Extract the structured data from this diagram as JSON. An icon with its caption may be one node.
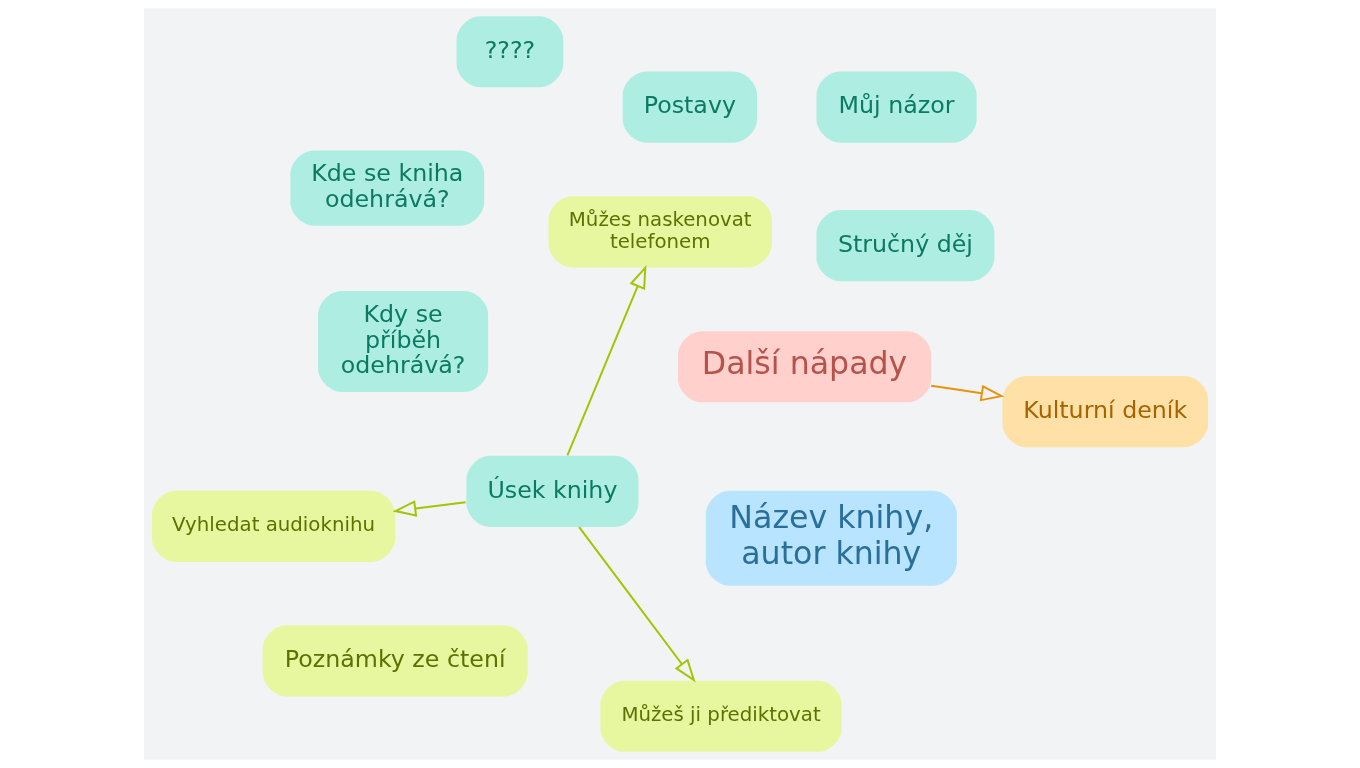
{
  "diagram": {
    "nodes": [
      {
        "text": [
          "????"
        ]
      },
      {
        "text": [
          "Kde se kniha odehrává?"
        ]
      },
      {
        "text": [
          "Poznámky ze čtení"
        ]
      },
      {
        "text": [
          "Kdy se příběh odehrává?"
        ]
      },
      {
        "text": [
          "Název knihy, autor knihy"
        ]
      },
      {
        "text": [
          "Další nápady"
        ]
      },
      {
        "text": [
          "Můj názor"
        ]
      },
      {
        "text": [
          "Kulturní deník"
        ]
      },
      {
        "text": [
          "Postavy"
        ]
      },
      {
        "text": [
          "Vyhledat audioknihu"
        ]
      },
      {
        "text": [
          "Úsek knihy"
        ]
      },
      {
        "text": [
          "Stručný děj"
        ]
      },
      {
        "text": [
          "Můžeš ji přediktovat"
        ]
      },
      {
        "text": [
          "Můžes naskenovat telefonem"
        ]
      }
    ],
    "edges": [
      {
        "from": 10,
        "to": 9,
        "arrow": "to"
      },
      {
        "from": 10,
        "to": 12,
        "arrow": "to"
      },
      {
        "from": 10,
        "to": 13,
        "arrow": "to"
      },
      {
        "from": 5,
        "to": 7,
        "arrow": "to",
        "color": "#e8930c"
      }
    ]
  }
}
